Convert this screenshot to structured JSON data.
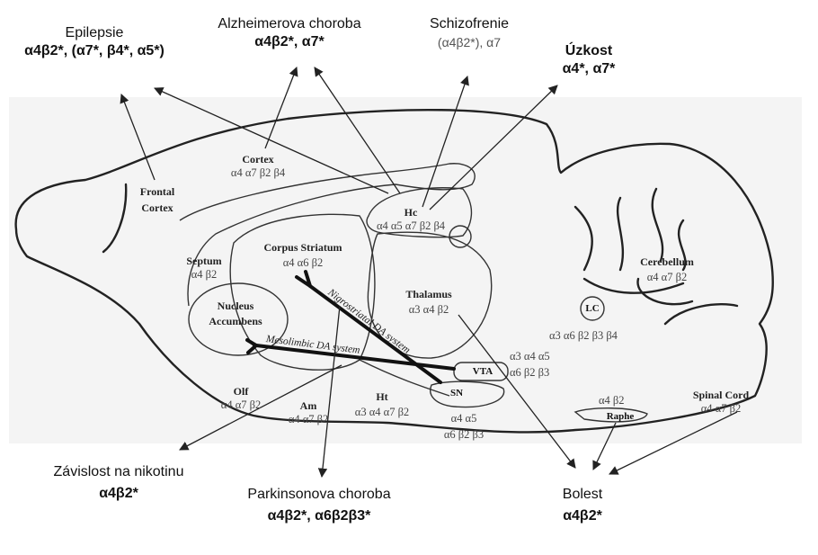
{
  "diseases": {
    "epilepsy": {
      "name": "Epilepsie",
      "receptors": "α4β2*, (α7*, β4*, α5*)"
    },
    "alzheimer": {
      "name": "Alzheimerova choroba",
      "receptors": "α4β2*, α7*"
    },
    "schizophrenia": {
      "name": "Schizofrenie",
      "receptors": "(α4β2*), α7"
    },
    "anxiety": {
      "name": "Úzkost",
      "receptors": "α4*, α7*"
    },
    "nicotine": {
      "name": "Závislost na nikotinu",
      "receptors": "α4β2*"
    },
    "parkinson": {
      "name": "Parkinsonova choroba",
      "receptors": "α4β2*, α6β2β3*"
    },
    "pain": {
      "name": "Bolest",
      "receptors": "α4β2*"
    }
  },
  "regions": {
    "frontal_cortex": {
      "name_line1": "Frontal",
      "name_line2": "Cortex"
    },
    "cortex": {
      "name": "Cortex",
      "receptors": "α4 α7 β2 β4"
    },
    "hc": {
      "name": "Hc",
      "receptors": "α4 α5 α7 β2 β4"
    },
    "septum": {
      "name": "Septum",
      "receptors": "α4 β2"
    },
    "corpus_striatum": {
      "name": "Corpus Striatum",
      "receptors": "α4 α6 β2"
    },
    "nucleus_accumbens": {
      "name_line1": "Nucleus",
      "name_line2": "Accumbens"
    },
    "thalamus": {
      "name": "Thalamus",
      "receptors": "α3 α4 β2"
    },
    "cerebellum": {
      "name": "Cerebellum",
      "receptors": "α4 α7 β2"
    },
    "lc": {
      "name": "LC",
      "receptors": "α3 α6 β2 β3 β4"
    },
    "olf": {
      "name": "Olf",
      "receptors": "α4 α7 β2"
    },
    "am": {
      "name": "Am",
      "receptors": "α4 α7 β2"
    },
    "ht": {
      "name": "Ht",
      "receptors": "α3 α4 α7 β2"
    },
    "vta": {
      "name": "VTA",
      "receptors_line1": "α3 α4 α5",
      "receptors_line2": "α6 β2 β3"
    },
    "sn": {
      "name": "SN",
      "receptors_line1": "α4 α5",
      "receptors_line2": "α6 β2 β3"
    },
    "raphe": {
      "name": "Raphe",
      "receptors": "α4 β2"
    },
    "spinal_cord": {
      "name": "Spinal Cord",
      "receptors": "α4 α7 β2"
    }
  },
  "pathways": {
    "nigrostriatal": "Nigrostriatal DA system",
    "mesolimbic": "Mesolimbic DA system"
  }
}
